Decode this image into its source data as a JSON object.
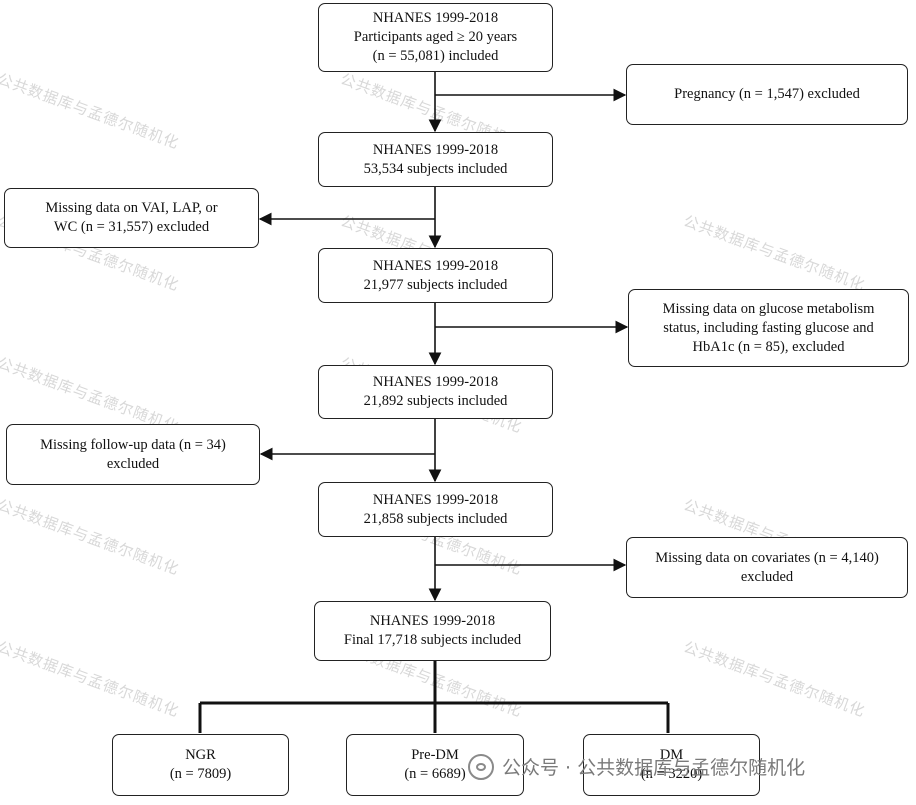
{
  "boxes": {
    "start": {
      "line1": "NHANES 1999-2018",
      "line2": "Participants aged ≥ 20 years",
      "line3": "(n = 55,081) included"
    },
    "excl_pregnancy": {
      "line1": "Pregnancy (n = 1,547) excluded"
    },
    "step2": {
      "line1": "NHANES 1999-2018",
      "line2": "53,534 subjects included"
    },
    "excl_vai": {
      "line1": "Missing data on VAI, LAP, or",
      "line2": "WC (n = 31,557) excluded"
    },
    "step3": {
      "line1": "NHANES 1999-2018",
      "line2": "21,977 subjects included"
    },
    "excl_glucose": {
      "line1": "Missing data on glucose metabolism",
      "line2": "status, including fasting glucose and",
      "line3": "HbA1c (n = 85), excluded"
    },
    "step4": {
      "line1": "NHANES 1999-2018",
      "line2": "21,892 subjects included"
    },
    "excl_followup": {
      "line1": "Missing follow-up data (n = 34)",
      "line2": "excluded"
    },
    "step5": {
      "line1": "NHANES 1999-2018",
      "line2": "21,858 subjects included"
    },
    "excl_covariates": {
      "line1": "Missing data on covariates (n = 4,140)",
      "line2": "excluded"
    },
    "final": {
      "line1": "NHANES 1999-2018",
      "line2": "Final 17,718 subjects included"
    },
    "ngr": {
      "line1": "NGR",
      "line2": "(n = 7809)"
    },
    "predm": {
      "line1": "Pre-DM",
      "line2": "(n = 6689)"
    },
    "dm": {
      "line1": "DM",
      "line2": "(n = 3220)"
    }
  },
  "watermark": {
    "text": "公共数据库与孟德尔随机化"
  },
  "footer_watermark": {
    "text": "公众号 · 公共数据库与孟德尔随机化",
    "icon": "wechat-icon"
  }
}
